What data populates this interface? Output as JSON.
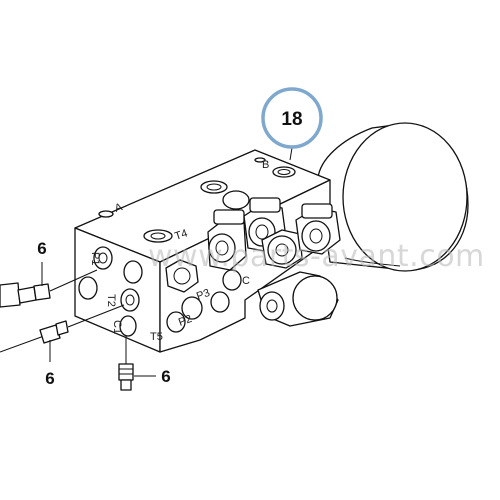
{
  "callouts": {
    "main": "18",
    "left_upper": "6",
    "left_lower": "6",
    "bottom": "6"
  },
  "accent_color": "#7fa8cf",
  "watermark": "www.parts-avant.com",
  "engravings": {
    "port_top": "B",
    "port_back": "T4",
    "port_side_a": "P3",
    "port_side_b": "P2",
    "port_side_c": "C",
    "port_front_a": "P1",
    "port_front_b": "T2",
    "port_front_c": "C1",
    "port_bottom": "T5",
    "port_left": "A"
  }
}
